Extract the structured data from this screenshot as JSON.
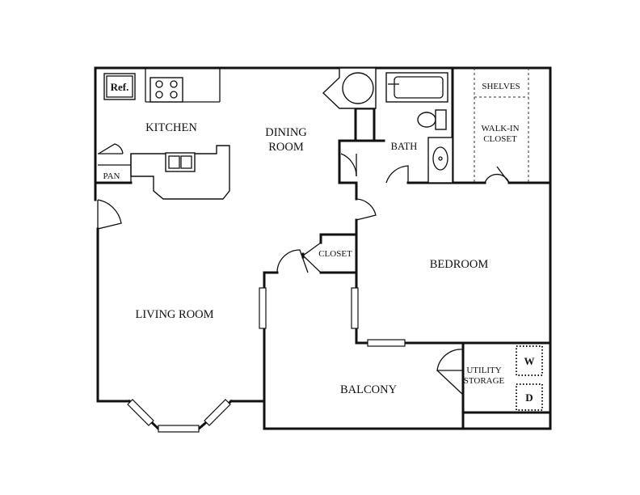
{
  "rooms": {
    "kitchen": "KITCHEN",
    "dining_1": "DINING",
    "dining_2": "ROOM",
    "bath": "BATH",
    "walkin_1": "WALK-IN",
    "walkin_2": "CLOSET",
    "shelves": "SHELVES",
    "pan": "PAN",
    "closet": "CLOSET",
    "bedroom": "BEDROOM",
    "living": "LIVING ROOM",
    "balcony": "BALCONY",
    "utility_1": "UTILITY",
    "utility_2": "STORAGE"
  },
  "appliances": {
    "refrigerator": "Ref.",
    "washer": "W",
    "dryer": "D"
  }
}
